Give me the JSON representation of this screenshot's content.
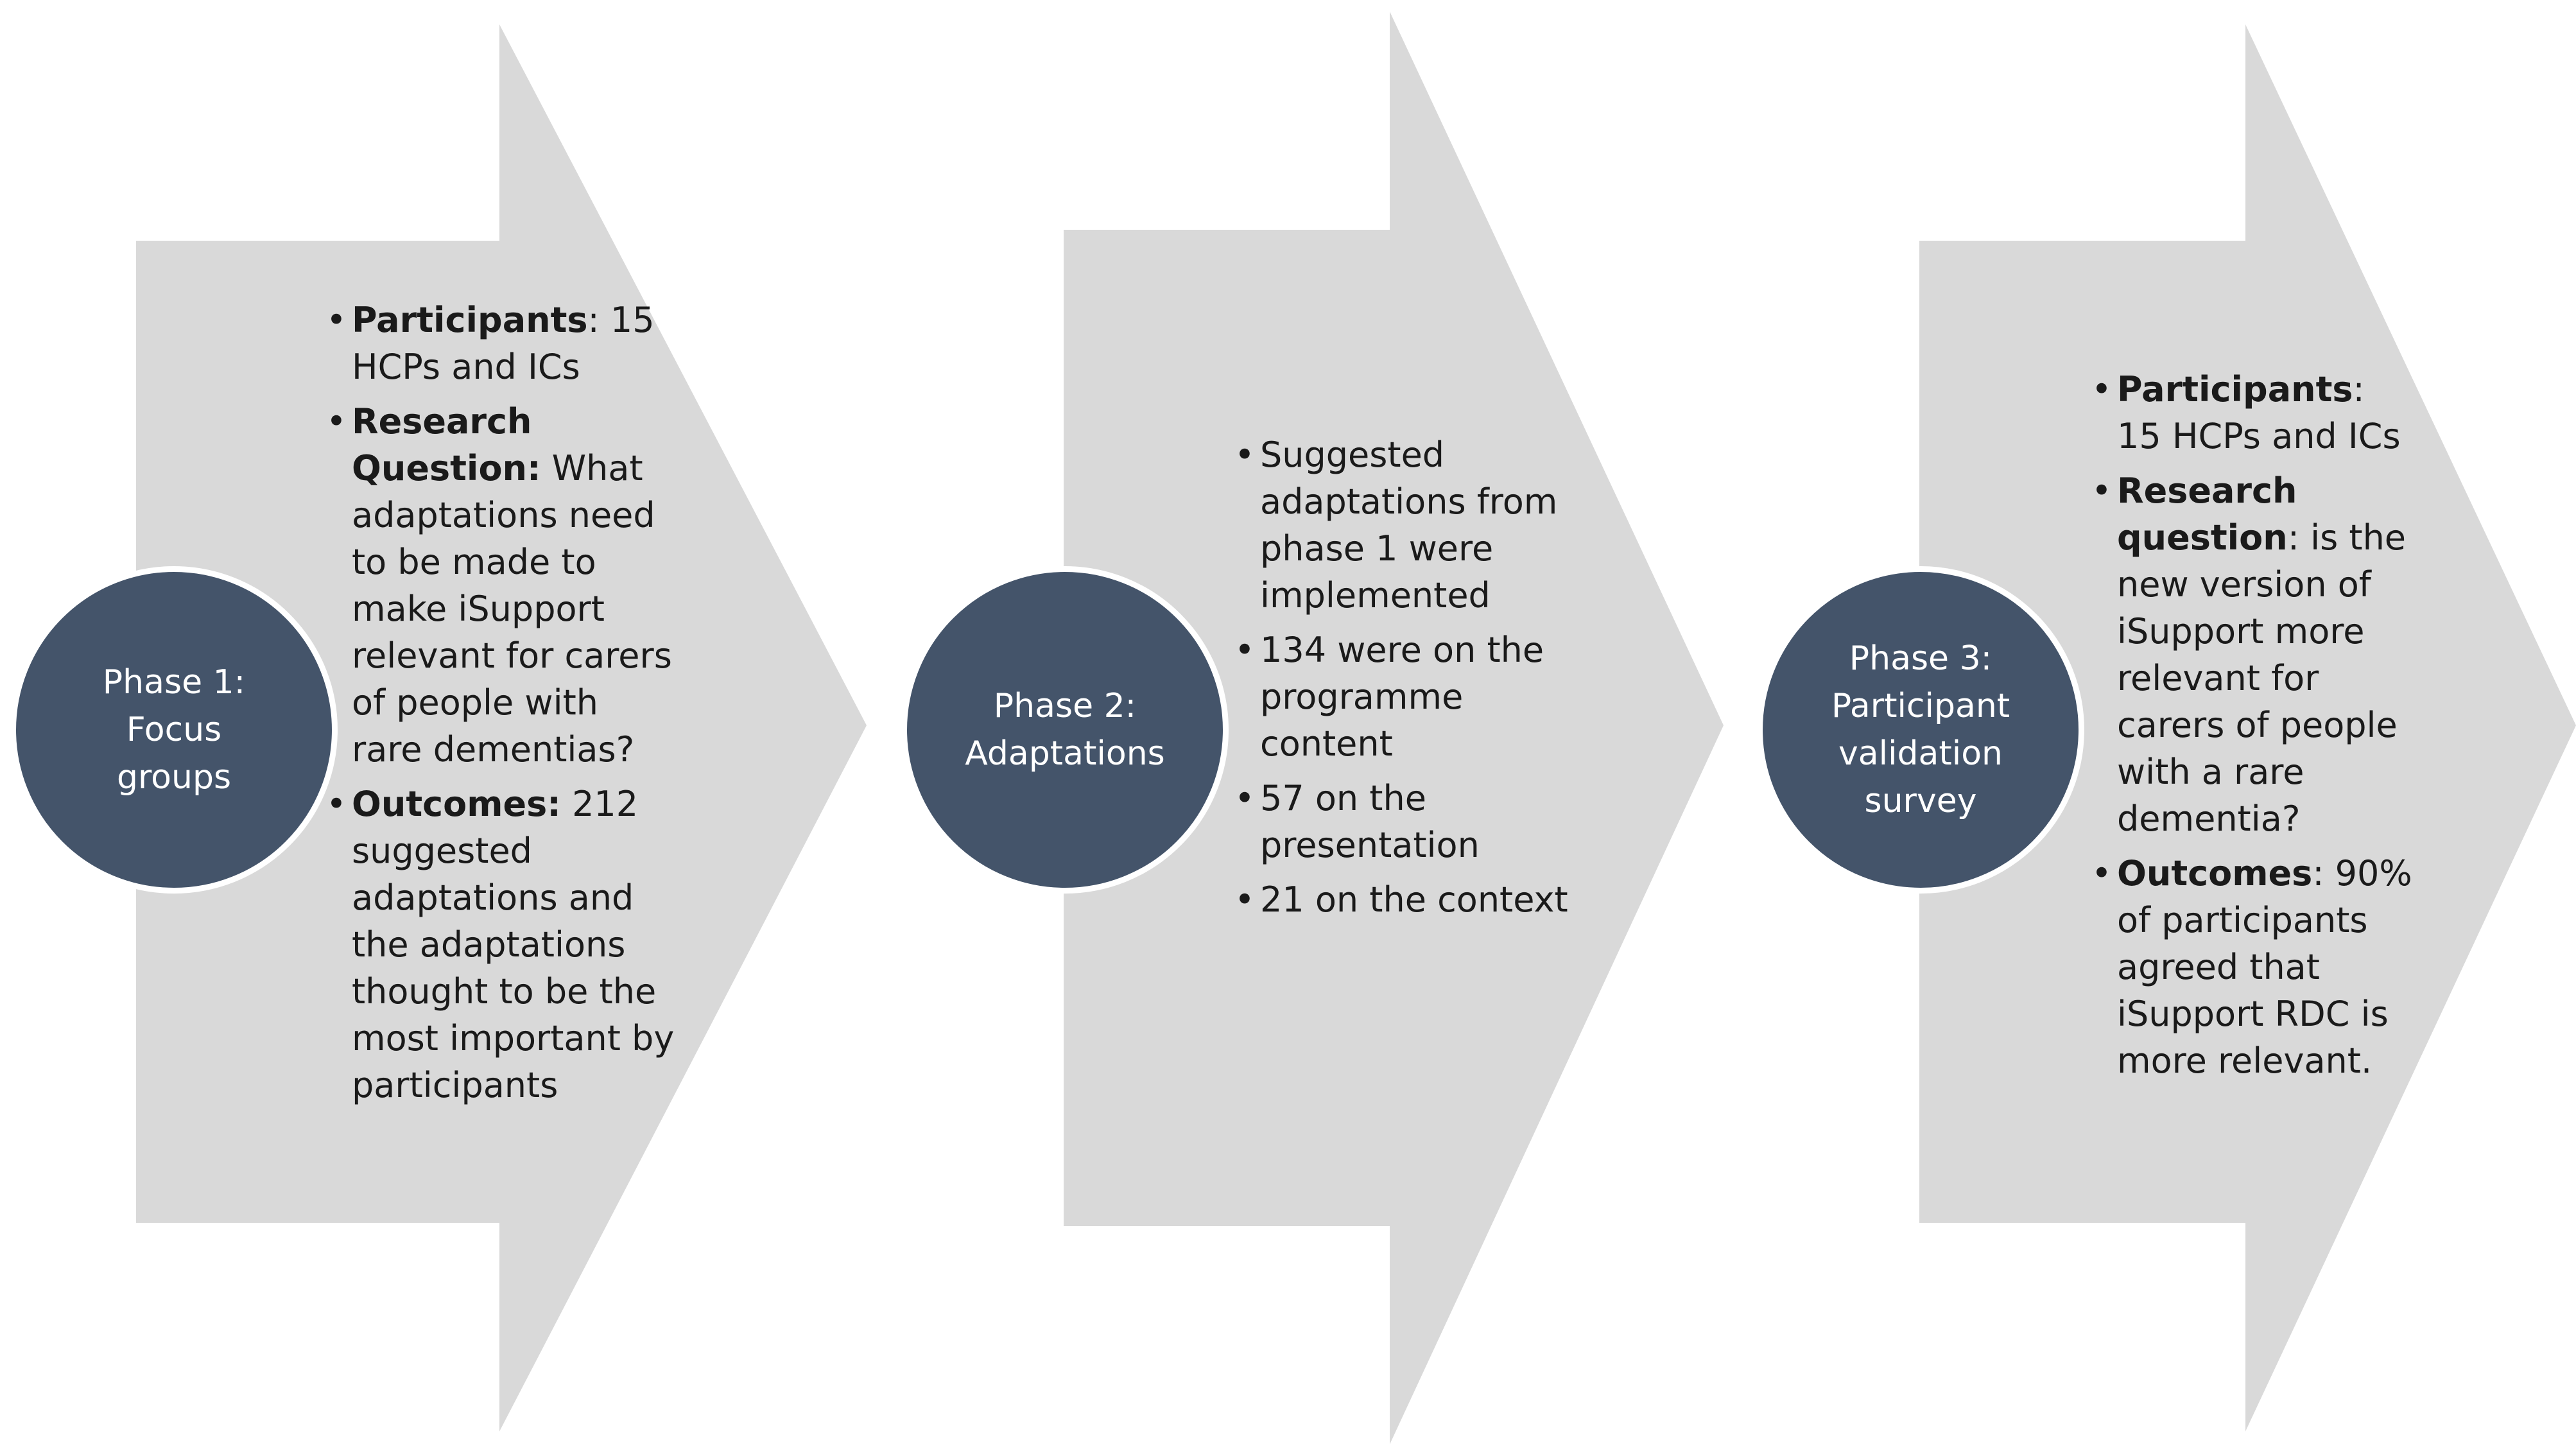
{
  "colors": {
    "arrow_fill": "#d9d9d9",
    "circle_fill": "#44546a",
    "circle_text": "#ffffff",
    "body_text": "#1a1a1a"
  },
  "phases": [
    {
      "label": "Phase 1:\nFocus\ngroups",
      "bullets": [
        {
          "bold": "Participants",
          "text": ": 15 HCPs and ICs"
        },
        {
          "bold": "Research Question:",
          "text": " What adaptations need to be made to make iSupport relevant for carers of people with rare dementias?"
        },
        {
          "bold": "Outcomes:",
          "text": " 212 suggested adaptations and the adaptations thought to be the most important by participants"
        }
      ]
    },
    {
      "label": "Phase 2:\nAdaptations",
      "bullets": [
        {
          "bold": "",
          "text": "Suggested adaptations from phase 1 were implemented"
        },
        {
          "bold": "",
          "text": "134 were on the programme content"
        },
        {
          "bold": "",
          "text": "57 on the presentation"
        },
        {
          "bold": "",
          "text": "21 on the context"
        }
      ]
    },
    {
      "label": "Phase 3:\nParticipant\nvalidation\nsurvey",
      "bullets": [
        {
          "bold": "Participants",
          "text": ": 15 HCPs and ICs"
        },
        {
          "bold": "Research question",
          "text": ": is the new version of iSupport more relevant for carers of people with a rare dementia?"
        },
        {
          "bold": "Outcomes",
          "text": ": 90% of participants agreed that iSupport RDC is more relevant."
        }
      ]
    }
  ]
}
